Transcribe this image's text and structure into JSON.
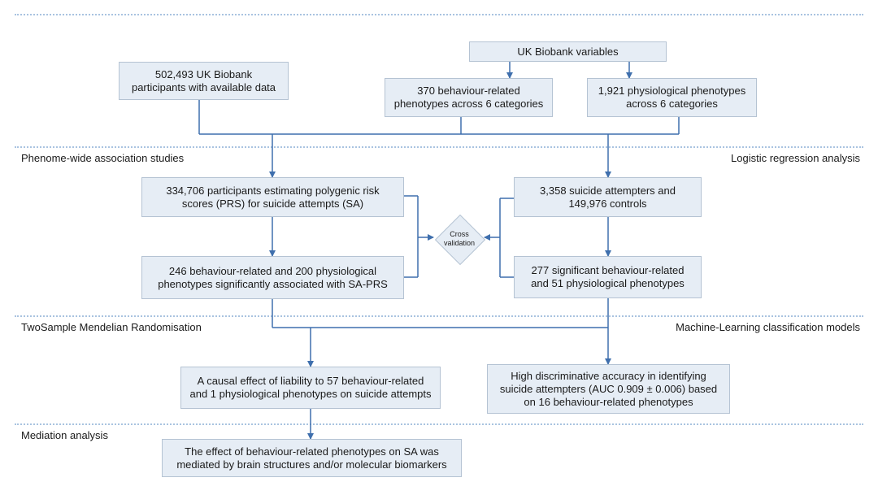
{
  "sections": {
    "phewas": "Phenome-wide association studies",
    "logistic": "Logistic regression analysis",
    "mr": "TwoSample Mendelian Randomisation",
    "ml": "Machine-Learning classification models",
    "mediation": "Mediation analysis"
  },
  "boxes": {
    "participants": "502,493 UK Biobank\nparticipants with available data",
    "biobank_variables": "UK Biobank variables",
    "behaviour_phenotypes": "370 behaviour-related\nphenotypes across 6 categories",
    "physiological_phenotypes": "1,921 physiological phenotypes\nacross 6 categories",
    "prs_participants": "334,706 participants estimating polygenic risk\nscores (PRS) for suicide attempts (SA)",
    "attempters_controls": "3,358 suicide attempters and\n149,976 controls",
    "prs_associated": "246 behaviour-related and 200 physiological\nphenotypes significantly associated with SA-PRS",
    "significant_phenotypes": "277 significant behaviour-related\nand 51 physiological phenotypes",
    "causal_effect": "A  causal effect of liability to 57 behaviour-related\nand 1 physiological phenotypes on suicide attempts",
    "ml_accuracy": "High discriminative accuracy in identifying\nsuicide attempters (AUC 0.909 ± 0.006) based\non 16 behaviour-related phenotypes",
    "mediation_result": "The effect of behaviour-related phenotypes on SA was\nmediated by brain structures and/or molecular biomarkers"
  },
  "cross_validation": "Cross\nvalidation",
  "colors": {
    "box_fill": "#e6edf5",
    "box_border": "#b5c3d3",
    "connector": "#3f6fad",
    "divider": "#a9c3e0"
  }
}
